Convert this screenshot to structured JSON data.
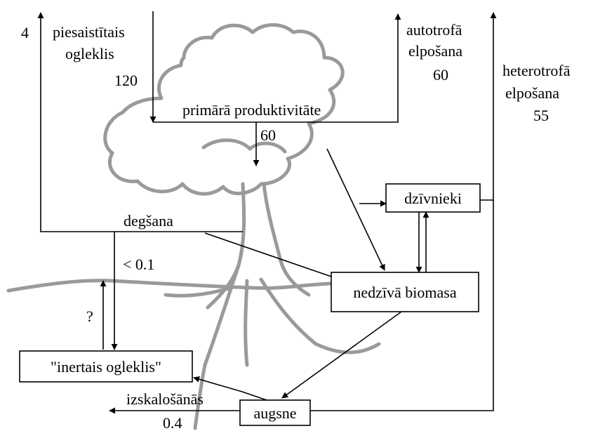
{
  "labels": {
    "incoming_value": "4",
    "captured_carbon_line1": "piesaistītais",
    "captured_carbon_line2": "ogleklis",
    "captured_carbon_value": "120",
    "autotrophic_line1": "autotrofā",
    "autotrophic_line2": "elpošana",
    "autotrophic_value": "60",
    "heterotrophic_line1": "heterotrofā",
    "heterotrophic_line2": "elpošana",
    "heterotrophic_value": "55",
    "primary_productivity": "primārā produktivitāte",
    "primary_value": "60",
    "combustion": "degšana",
    "combustion_value": "< 0.1",
    "unknown_flow": "?",
    "leaching": "izskalošānās",
    "leaching_value": "0.4"
  },
  "boxes": {
    "animals": "dzīvnieki",
    "dead_biomass": "nedzīvā biomasa",
    "inert_carbon": "\"inertais ogleklis\"",
    "soil": "augsne"
  },
  "colors": {
    "ink": "#000000",
    "tree": "#9a9a9a",
    "background": "#ffffff"
  }
}
